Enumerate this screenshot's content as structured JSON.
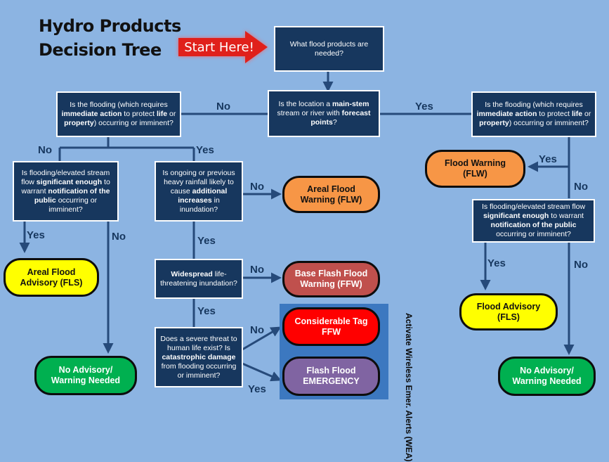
{
  "title": {
    "line1": "Hydro Products",
    "line2": "Decision Tree"
  },
  "start_label": "Start Here!",
  "nodes": {
    "q_products": "What flood products are needed?",
    "q_mainstem": "Is the location a main-stem stream or river with forecast points?",
    "q_left_immediate": "Is the flooding (which requires immediate action to protect life or property) occurring or imminent?",
    "q_right_immediate": "Is the flooding (which requires immediate action to protect life or property) occurring or imminent?",
    "q_left_significant": "Is flooding/elevated stream flow significant enough to warrant notification of the public occurring or imminent?",
    "q_rainfall": "Is ongoing or previous heavy rainfall likely to cause additional increases in inundation?",
    "q_widespread": "Widespread life-threatening inundation?",
    "q_severe": "Does a severe threat to human life exist? Is catastrophic damage from flooding occurring or imminent?",
    "q_right_significant": "Is flooding/elevated stream flow significant enough to warrant notification of the public occurring or imminent?"
  },
  "outcomes": {
    "areal_advisory": "Areal Flood Advisory (FLS)",
    "no_advisory_left": "No Advisory/ Warning Needed",
    "areal_warning": "Areal Flood Warning (FLW)",
    "base_flash": "Base Flash Flood Warning (FFW)",
    "considerable_tag": "Considerable Tag FFW",
    "flash_emergency": "Flash Flood EMERGENCY",
    "flood_warning": "Flood Warning (FLW)",
    "flood_advisory": "Flood Advisory (FLS)",
    "no_advisory_right": "No Advisory/ Warning Needed"
  },
  "wea_label": "Activate Wireless Emer. Alerts (WEA)",
  "edge_labels": {
    "no_mainstem": "No",
    "yes_mainstem": "Yes",
    "no_left_immediate": "No",
    "yes_left_immediate": "Yes",
    "yes_left_significant": "Yes",
    "no_left_significant": "No",
    "no_rainfall": "No",
    "yes_rainfall": "Yes",
    "no_widespread": "No",
    "yes_widespread": "Yes",
    "no_severe": "No",
    "yes_severe": "Yes",
    "yes_right_immediate": "Yes",
    "no_right_immediate": "No",
    "yes_right_significant": "Yes",
    "no_right_significant": "No"
  },
  "colors": {
    "background": "#8cb4e2",
    "question_box": "#17375e",
    "connector": "#264a7a",
    "areal_advisory": "#ffff00",
    "no_advisory": "#00b050",
    "warning_orange": "#f79646",
    "base_flash": "#c0504d",
    "considerable": "#ff0000",
    "emergency": "#8064a2",
    "wea_box": "#3c78c0",
    "start_arrow": "#e0201b"
  }
}
